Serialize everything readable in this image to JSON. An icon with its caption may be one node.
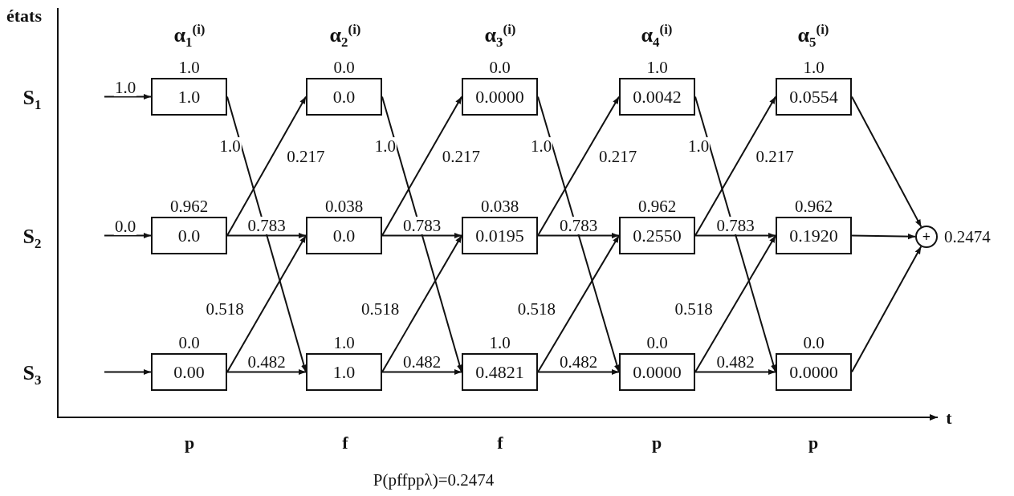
{
  "diagram": {
    "nodes": [
      {
        "text": [
          "1.0"
        ],
        "beside": [
          "1.0"
        ]
      },
      {
        "text": [
          "0.0"
        ],
        "beside": [
          "0.962"
        ]
      },
      {
        "text": [
          "0.00"
        ],
        "beside": [
          "0.0"
        ]
      },
      {
        "text": [
          "0.0"
        ],
        "beside": [
          "0.0"
        ]
      },
      {
        "text": [
          "0.0"
        ],
        "beside": [
          "0.038"
        ]
      },
      {
        "text": [
          "1.0"
        ],
        "beside": [
          "1.0"
        ]
      },
      {
        "text": [
          "0.0000"
        ],
        "beside": [
          "0.0"
        ]
      },
      {
        "text": [
          "0.0195"
        ],
        "beside": [
          "0.038"
        ]
      },
      {
        "text": [
          "0.4821"
        ],
        "beside": [
          "1.0"
        ]
      },
      {
        "text": [
          "0.0042"
        ],
        "beside": [
          "1.0"
        ]
      },
      {
        "text": [
          "0.2550"
        ],
        "beside": [
          "0.962"
        ]
      },
      {
        "text": [
          "0.0000"
        ],
        "beside": [
          "0.0"
        ]
      },
      {
        "text": [
          "0.0554"
        ],
        "beside": [
          "1.0"
        ]
      },
      {
        "text": [
          "0.1920"
        ],
        "beside": [
          "0.962"
        ]
      },
      {
        "text": [
          "0.0000"
        ],
        "beside": [
          "0.0"
        ]
      },
      {
        "text": [
          "+"
        ],
        "beside": [
          "0.2474"
        ]
      }
    ],
    "edges": [
      {
        "from": null,
        "to": 0,
        "arrow": "to",
        "label": "1.0"
      },
      {
        "from": null,
        "to": 1,
        "arrow": "to",
        "label": "0.0"
      },
      {
        "from": null,
        "to": 2,
        "arrow": "to"
      },
      {
        "from": 0,
        "to": 5,
        "arrow": "to",
        "label": "1.0"
      },
      {
        "from": 1,
        "to": 3,
        "arrow": "to",
        "label": "0.217"
      },
      {
        "from": 1,
        "to": 4,
        "arrow": "to",
        "label": "0.783"
      },
      {
        "from": 2,
        "to": 4,
        "arrow": "to",
        "label": "0.518"
      },
      {
        "from": 2,
        "to": 5,
        "arrow": "to",
        "label": "0.482"
      },
      {
        "from": 3,
        "to": 8,
        "arrow": "to",
        "label": "1.0"
      },
      {
        "from": 4,
        "to": 6,
        "arrow": "to",
        "label": "0.217"
      },
      {
        "from": 4,
        "to": 7,
        "arrow": "to",
        "label": "0.783"
      },
      {
        "from": 5,
        "to": 7,
        "arrow": "to",
        "label": "0.518"
      },
      {
        "from": 5,
        "to": 8,
        "arrow": "to",
        "label": "0.482"
      },
      {
        "from": 6,
        "to": 11,
        "arrow": "to",
        "label": "1.0"
      },
      {
        "from": 7,
        "to": 9,
        "arrow": "to",
        "label": "0.217"
      },
      {
        "from": 7,
        "to": 10,
        "arrow": "to",
        "label": "0.783"
      },
      {
        "from": 8,
        "to": 10,
        "arrow": "to",
        "label": "0.518"
      },
      {
        "from": 8,
        "to": 11,
        "arrow": "to",
        "label": "0.482"
      },
      {
        "from": 9,
        "to": 14,
        "arrow": "to",
        "label": "1.0"
      },
      {
        "from": 10,
        "to": 12,
        "arrow": "to",
        "label": "0.217"
      },
      {
        "from": 10,
        "to": 13,
        "arrow": "to",
        "label": "0.783"
      },
      {
        "from": 11,
        "to": 13,
        "arrow": "to",
        "label": "0.518"
      },
      {
        "from": 11,
        "to": 14,
        "arrow": "to",
        "label": "0.482"
      },
      {
        "from": 12,
        "to": 15,
        "arrow": "to"
      },
      {
        "from": 13,
        "to": 15,
        "arrow": "to"
      },
      {
        "from": 14,
        "to": 15,
        "arrow": "to"
      }
    ],
    "labels": [
      "états",
      "α$_{1}$$^{(i)}$",
      "α$_{2}$$^{(i)}$",
      "α$_{3}$$^{(i)}$",
      "α$_{4}$$^{(i)}$",
      "α$_{5}$$^{(i)}$",
      "S$_{1}$",
      "S$_{2}$",
      "S$_{3}$",
      "t",
      "p",
      "f",
      "f",
      "p",
      "p",
      "P(pffppλ)=0.2474"
    ]
  }
}
